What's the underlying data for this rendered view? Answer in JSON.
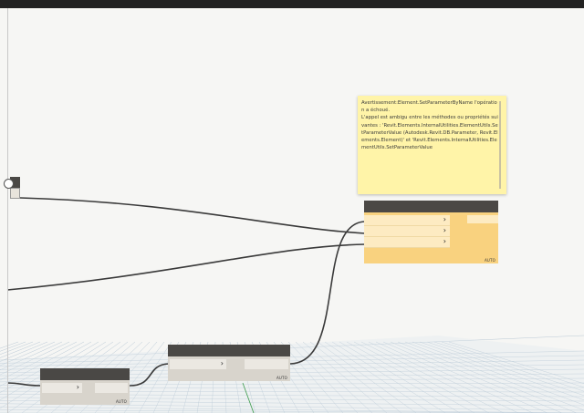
{
  "tooltip": {
    "text": "Avertissement:Element.SetParameterByName l'opération a échoué.\nL'appel est ambigu entre les méthodes ou propriétés suivantes : 'Revit.Elements.InternalUtilities.ElementUtils.SetParameterValue (Autodesk.Revit.DB.Parameter, Revit.Elements.Element)' et 'Revit.Elements.InternalUtilities.ElementUtils.SetParameterValue"
  },
  "nodes": {
    "setparam": {
      "lacing": "AUTO",
      "port_arrow": "›"
    },
    "mid": {
      "lacing": "AUTO",
      "port_arrow": "›"
    },
    "small": {
      "lacing": "AUTO",
      "port_arrow": "›"
    }
  },
  "colors": {
    "warning_node": "#f9d27f",
    "tooltip_bg": "#fff4a8",
    "node_header": "#4a4845",
    "wire": "#3a3a3a",
    "grid": "#9fb4c8"
  }
}
